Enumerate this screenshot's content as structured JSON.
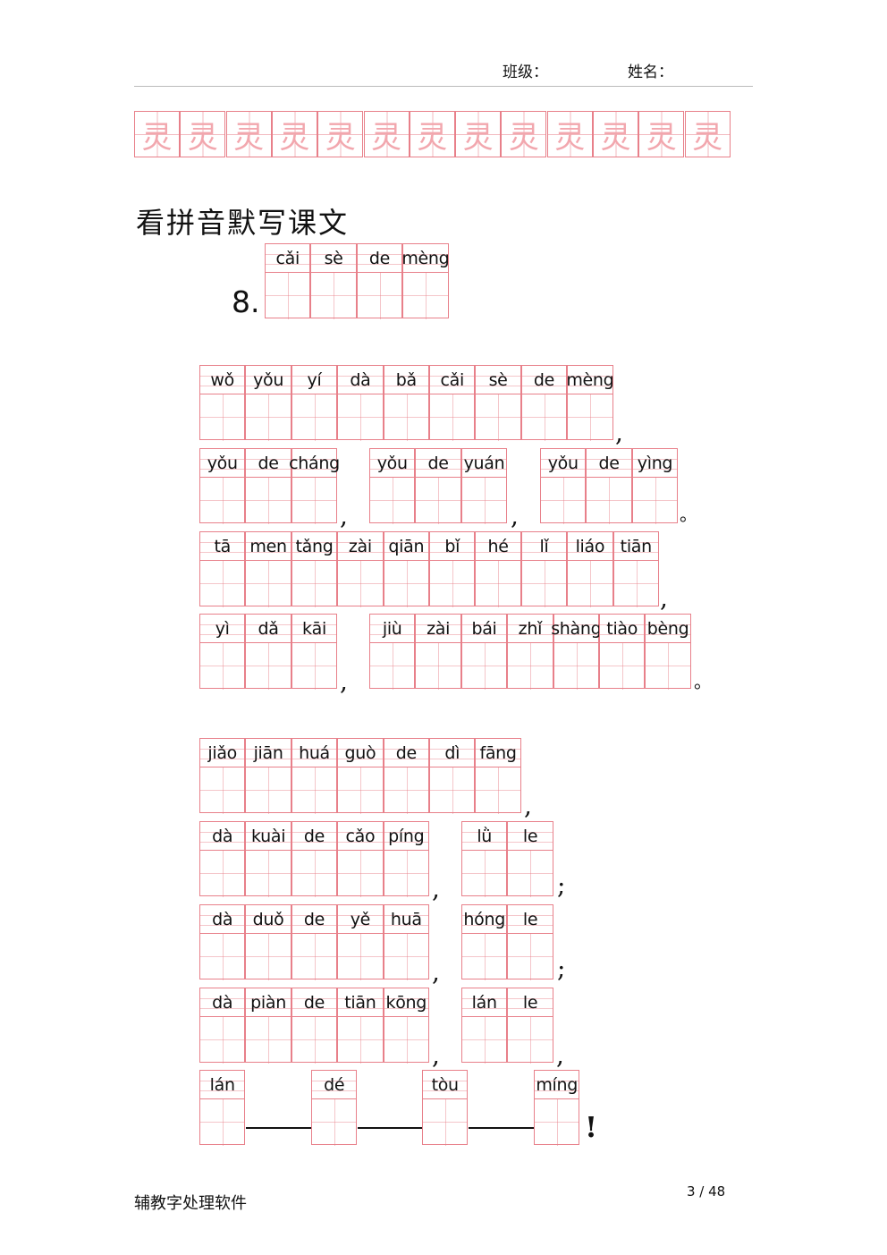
{
  "header": {
    "class_label": "班级：",
    "name_label": "姓名："
  },
  "tracing": {
    "char": "灵"
  },
  "title": "看拼音默写课文",
  "lesson": {
    "number": "8.",
    "title_pinyin": [
      "cǎi",
      "sè",
      "de",
      "mèng"
    ]
  },
  "stanza1": {
    "line1": [
      "wǒ",
      "yǒu",
      "yí",
      "dà",
      "bǎ",
      "cǎi",
      "sè",
      "de",
      "mèng"
    ],
    "line2a": [
      "yǒu",
      "de",
      "cháng"
    ],
    "line2b": [
      "yǒu",
      "de",
      "yuán"
    ],
    "line2c": [
      "yǒu",
      "de",
      "yìng"
    ],
    "line3": [
      "tā",
      "men",
      "tǎng",
      "zài",
      "qiān",
      "bǐ",
      "hé",
      "lǐ",
      "liáo",
      "tiān"
    ],
    "line4a": [
      "yì",
      "dǎ",
      "kāi"
    ],
    "line4b": [
      "jiù",
      "zài",
      "bái",
      "zhǐ",
      "shàng",
      "tiào",
      "bèng"
    ]
  },
  "stanza2": {
    "line1": [
      "jiǎo",
      "jiān",
      "huá",
      "guò",
      "de",
      "dì",
      "fāng"
    ],
    "line2a": [
      "dà",
      "kuài",
      "de",
      "cǎo",
      "píng"
    ],
    "line2b": [
      "lǜ",
      "le"
    ],
    "line3a": [
      "dà",
      "duǒ",
      "de",
      "yě",
      "huā"
    ],
    "line3b": [
      "hóng",
      "le"
    ],
    "line4a": [
      "dà",
      "piàn",
      "de",
      "tiān",
      "kōng"
    ],
    "line4b": [
      "lán",
      "le"
    ],
    "line5": [
      "lán",
      "dé",
      "tòu",
      "míng"
    ]
  },
  "punct": {
    "comma": ",",
    "period": "。",
    "semicolon": ";",
    "exclaim": "!"
  },
  "footer": {
    "software": "辅教字处理软件",
    "page": "3 / 48"
  }
}
